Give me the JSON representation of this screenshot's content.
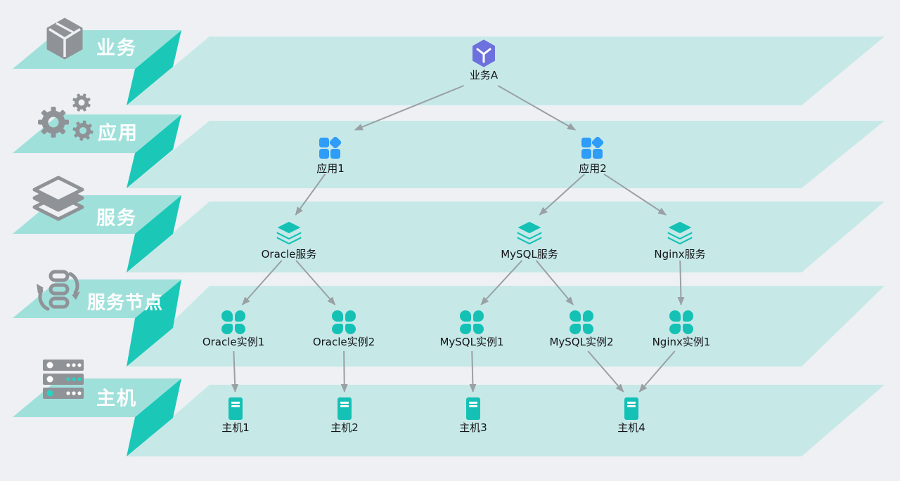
{
  "legend_tabs": [
    {
      "id": "business",
      "label": "业务",
      "icon": "cube-icon"
    },
    {
      "id": "application",
      "label": "应用",
      "icon": "gears-icon"
    },
    {
      "id": "service",
      "label": "服务",
      "icon": "layers-icon"
    },
    {
      "id": "service-node",
      "label": "服务节点",
      "icon": "cycle-icon"
    },
    {
      "id": "host",
      "label": "主机",
      "icon": "server-rack-icon"
    }
  ],
  "nodes": [
    {
      "id": "biz-a",
      "label": "业务A",
      "type": "business",
      "layer": "业务"
    },
    {
      "id": "app-1",
      "label": "应用1",
      "type": "app",
      "layer": "应用"
    },
    {
      "id": "app-2",
      "label": "应用2",
      "type": "app",
      "layer": "应用"
    },
    {
      "id": "svc-oracle",
      "label": "Oracle服务",
      "type": "service",
      "layer": "服务"
    },
    {
      "id": "svc-mysql",
      "label": "MySQL服务",
      "type": "service",
      "layer": "服务"
    },
    {
      "id": "svc-nginx",
      "label": "Nginx服务",
      "type": "service",
      "layer": "服务"
    },
    {
      "id": "inst-oracle-1",
      "label": "Oracle实例1",
      "type": "instance",
      "layer": "服务节点"
    },
    {
      "id": "inst-oracle-2",
      "label": "Oracle实例2",
      "type": "instance",
      "layer": "服务节点"
    },
    {
      "id": "inst-mysql-1",
      "label": "MySQL实例1",
      "type": "instance",
      "layer": "服务节点"
    },
    {
      "id": "inst-mysql-2",
      "label": "MySQL实例2",
      "type": "instance",
      "layer": "服务节点"
    },
    {
      "id": "inst-nginx-1",
      "label": "Nginx实例1",
      "type": "instance",
      "layer": "服务节点"
    },
    {
      "id": "host-1",
      "label": "主机1",
      "type": "host",
      "layer": "主机"
    },
    {
      "id": "host-2",
      "label": "主机2",
      "type": "host",
      "layer": "主机"
    },
    {
      "id": "host-3",
      "label": "主机3",
      "type": "host",
      "layer": "主机"
    },
    {
      "id": "host-4",
      "label": "主机4",
      "type": "host",
      "layer": "主机"
    }
  ],
  "edges": [
    [
      "biz-a",
      "app-1"
    ],
    [
      "biz-a",
      "app-2"
    ],
    [
      "app-1",
      "svc-oracle"
    ],
    [
      "app-2",
      "svc-mysql"
    ],
    [
      "app-2",
      "svc-nginx"
    ],
    [
      "svc-oracle",
      "inst-oracle-1"
    ],
    [
      "svc-oracle",
      "inst-oracle-2"
    ],
    [
      "svc-mysql",
      "inst-mysql-1"
    ],
    [
      "svc-mysql",
      "inst-mysql-2"
    ],
    [
      "svc-nginx",
      "inst-nginx-1"
    ],
    [
      "inst-oracle-1",
      "host-1"
    ],
    [
      "inst-oracle-2",
      "host-2"
    ],
    [
      "inst-mysql-1",
      "host-3"
    ],
    [
      "inst-mysql-2",
      "host-4"
    ],
    [
      "inst-nginx-1",
      "host-4"
    ]
  ],
  "colors": {
    "background": "#eef0f3",
    "band": "#c6e9e8",
    "tab": "#a0e0db",
    "fold": "#1bc8b8",
    "node_teal": "#15c1b5",
    "app_blue": "#2f9cf8",
    "business_purple": "#6d71dd",
    "icon_gray": "#8f9397",
    "arrow_gray": "#9aa0a3",
    "label_text": "#151517"
  }
}
